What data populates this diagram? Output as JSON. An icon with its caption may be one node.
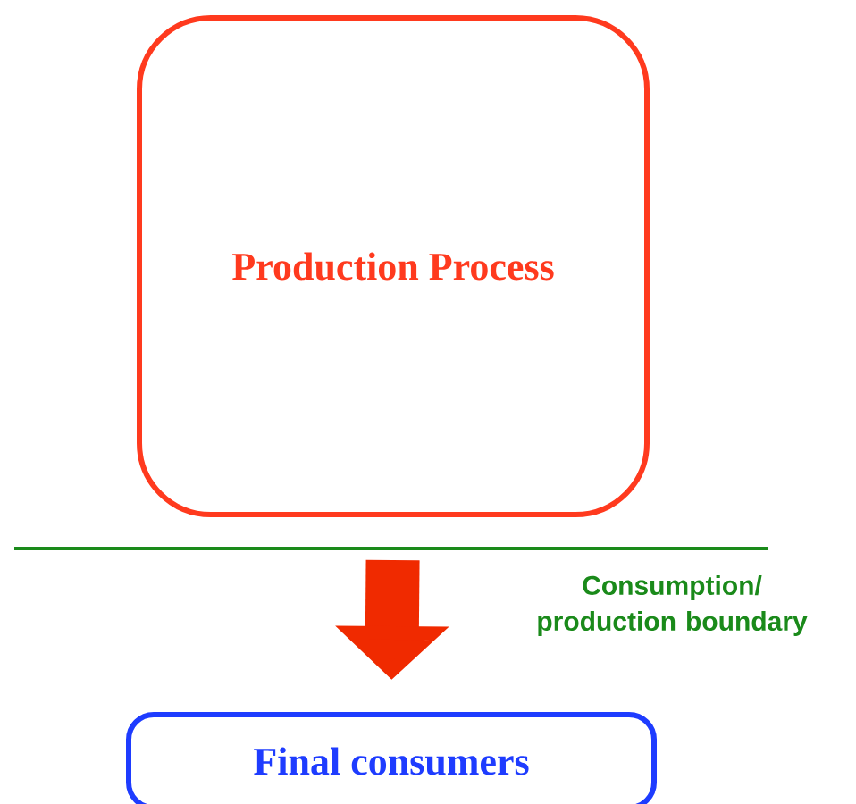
{
  "diagram": {
    "nodes": [
      {
        "text": [
          "Production Process"
        ]
      },
      {
        "text": [
          "Final consumers"
        ]
      }
    ],
    "edges": [
      {
        "from": 0,
        "to": 1,
        "arrow": "to"
      }
    ],
    "labels": [
      "Consumption/ production boundary"
    ]
  }
}
